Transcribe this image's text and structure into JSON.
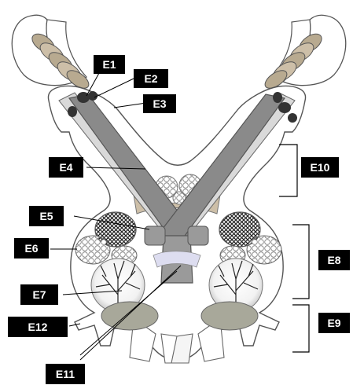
{
  "labels": {
    "e1": "E1",
    "e2": "E2",
    "e3": "E3",
    "e4": "E4",
    "e5": "E5",
    "e6": "E6",
    "e7": "E7",
    "e8": "E8",
    "e9": "E9",
    "e10": "E10",
    "e11": "E11",
    "e12": "E12"
  },
  "colors": {
    "label_bg": "#000000",
    "label_text": "#ffffff",
    "outline": "#555555",
    "dark_bar": "#8a8a8a",
    "light_bar": "#d9d9d9",
    "tan": "#cdbfa8",
    "olive": "#a8a89a",
    "lavender": "#ddddf0"
  }
}
